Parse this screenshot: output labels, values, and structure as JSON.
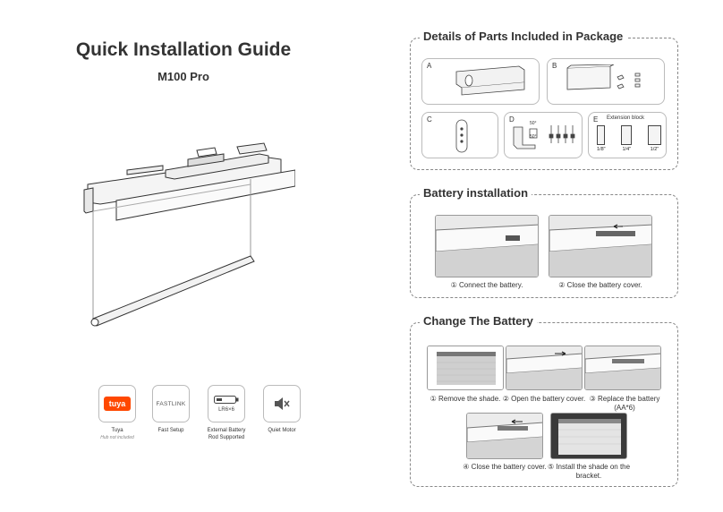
{
  "guide": {
    "title": "Quick Installation Guide",
    "model": "M100 Pro"
  },
  "features": [
    {
      "icon": "tuya-logo",
      "icon_text": "tuya",
      "label": "Tuya",
      "sublabel": "Hub not included"
    },
    {
      "icon": "fastlink-logo",
      "icon_text": "FASTLINK",
      "label": "Fast Setup"
    },
    {
      "icon": "battery-icon",
      "icon_text": "LR6×6",
      "label": "External Battery Rod Supported"
    },
    {
      "icon": "mute-speaker-icon",
      "label": "Quiet Motor"
    }
  ],
  "parts": {
    "heading": "Details of Parts Included in Package",
    "items": [
      {
        "letter": "A"
      },
      {
        "letter": "B"
      },
      {
        "letter": "C"
      },
      {
        "letter": "D",
        "tags": [
          "50°",
          "50°"
        ]
      },
      {
        "letter": "E",
        "title": "Extension block",
        "sizes": [
          "1/8\"",
          "1/4\"",
          "1/2\""
        ]
      }
    ]
  },
  "battery_installation": {
    "heading": "Battery installation",
    "steps": [
      {
        "caption": "① Connect the battery."
      },
      {
        "caption": "② Close the battery cover."
      }
    ]
  },
  "change_battery": {
    "heading": "Change The Battery",
    "steps": [
      {
        "caption": "① Remove the shade."
      },
      {
        "caption": "② Open the battery cover."
      },
      {
        "caption": "③ Replace the battery (AA*6)"
      },
      {
        "caption": "④ Close the battery cover."
      },
      {
        "caption": "⑤ Install the shade on the bracket."
      }
    ]
  },
  "colors": {
    "text": "#333333",
    "border": "#888888",
    "tuya_orange": "#ff4800"
  }
}
